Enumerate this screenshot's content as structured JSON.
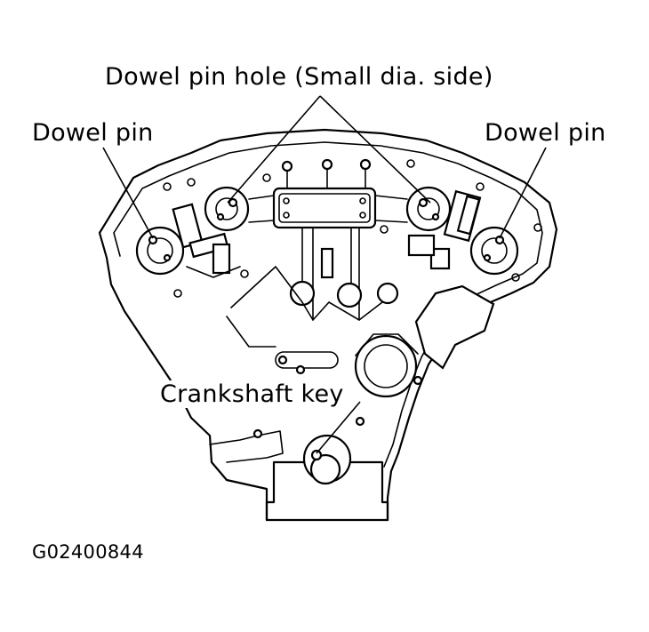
{
  "labels": {
    "dowel_pin_hole": "Dowel pin hole (Small dia. side)",
    "dowel_pin_left": "Dowel pin",
    "dowel_pin_right": "Dowel pin",
    "crankshaft_key": "Crankshaft key",
    "figure_code": "G02400844"
  }
}
